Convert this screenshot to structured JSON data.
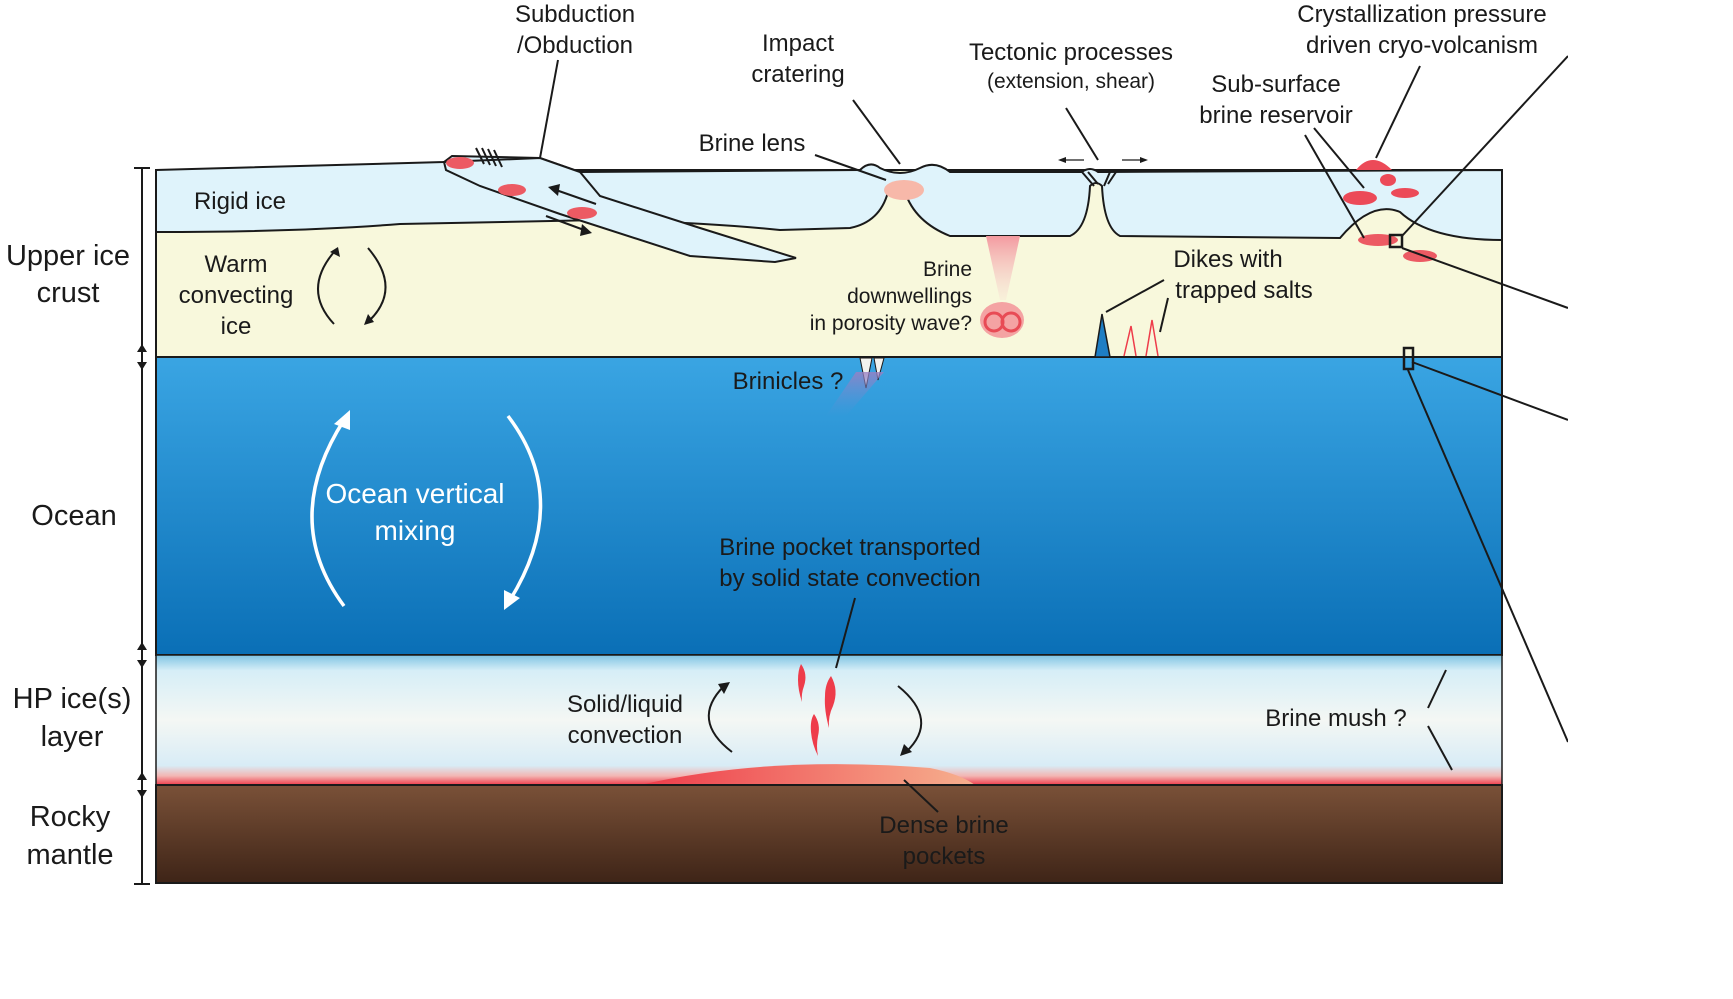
{
  "layers": {
    "upper_ice_crust": "Upper ice crust",
    "ocean": "Ocean",
    "hp_ice": "HP ice(s) layer",
    "rocky_mantle": "Rocky mantle"
  },
  "labels": {
    "rigid_ice": "Rigid ice",
    "warm_convecting_ice": [
      "Warm",
      "convecting",
      "ice"
    ],
    "subduction": [
      "Subduction",
      "/Obduction"
    ],
    "impact_cratering": [
      "Impact",
      "cratering"
    ],
    "tectonic": [
      "Tectonic processes",
      "(extension, shear)"
    ],
    "crystallization": [
      "Crystallization pressure",
      "driven cryo-volcanism"
    ],
    "subsurface_brine": [
      "Sub-surface",
      "brine reservoir"
    ],
    "brine_lens": "Brine lens",
    "brine_downwellings": [
      "Brine",
      "downwellings",
      "in porosity wave?"
    ],
    "dikes": [
      "Dikes with",
      "trapped salts"
    ],
    "brinicles": "Brinicles ?",
    "ocean_mixing": [
      "Ocean vertical",
      "mixing"
    ],
    "brine_pocket_transported": [
      "Brine pocket transported",
      "by solid state convection"
    ],
    "solid_liquid_convection": [
      "Solid/liquid",
      "convection"
    ],
    "brine_mush": "Brine mush ?",
    "dense_brine": [
      "Dense brine",
      "pockets"
    ]
  },
  "colors": {
    "rigid_ice": "#dff3fb",
    "warm_ice": "#f8f8dc",
    "ocean_top": "#3aa5e3",
    "ocean_bottom": "#0a6fb6",
    "mantle_top": "#7a5138",
    "mantle_bottom": "#3e2417",
    "brine": "#ee4b5b",
    "brine_light": "#f6a6a6"
  }
}
